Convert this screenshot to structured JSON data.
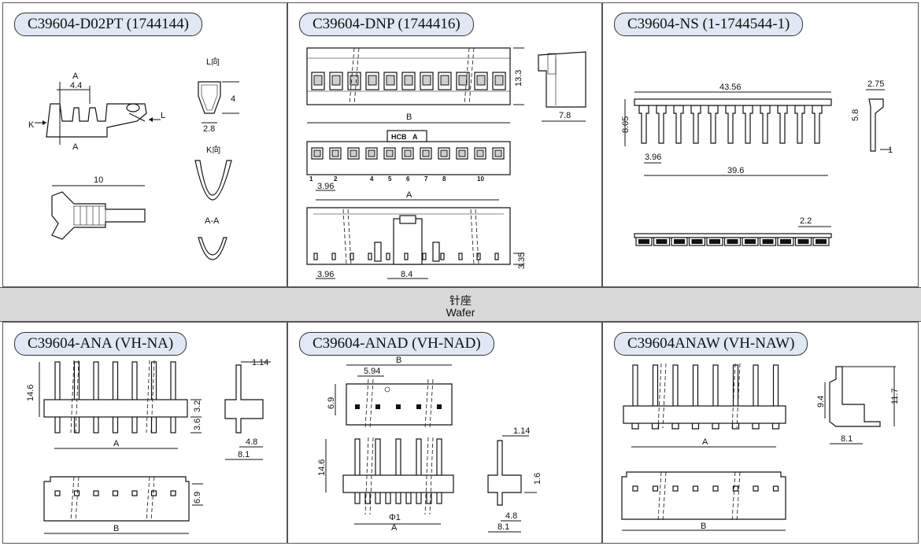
{
  "panels": {
    "p1": {
      "title": "C39604-D02PT (1744144)"
    },
    "p2": {
      "title": "C39604-DNP (1744416)"
    },
    "p3": {
      "title": "C39604-NS (1-1744544-1)"
    },
    "p4": {
      "title": "C39604-ANA (VH-NA)"
    },
    "p5": {
      "title": "C39604-ANAD (VH-NAD)"
    },
    "p6": {
      "title": "C39604ANAW (VH-NAW)"
    }
  },
  "band": {
    "chinese": "针座",
    "english": "Wafer"
  },
  "labels": {
    "A": "A",
    "B": "B",
    "K": "K",
    "L": "L",
    "AA": "A-A",
    "L_view": "L向",
    "K_view": "K向",
    "HCB": "HCB",
    "d4_4": "4.4",
    "d4": "4",
    "d2_8": "2.8",
    "d10": "10",
    "d13_3": "13.3",
    "d7_8": "7.8",
    "d3_96": "3.96",
    "d3_35": "3.35",
    "d8_4": "8.4",
    "d43_56": "43.56",
    "d2_75": "2.75",
    "d8_05": "8.05",
    "d5_8": "5.8",
    "d39_6": "39.6",
    "d1": "1",
    "d2_2": "2.2",
    "d1_14": "1.14",
    "d14_6": "14.6",
    "d3_2": "3.2",
    "d3_6": "3.6",
    "d4_8": "4.8",
    "d8_1": "8.1",
    "d6_9": "6.9",
    "d5_94": "5.94",
    "d1_6": "1.6",
    "phi1": "Φ1",
    "d9_4": "9.4",
    "d11_7": "11.7",
    "pin1": "1",
    "pin2": "2",
    "pin4": "4",
    "pin5": "5",
    "pin6": "6",
    "pin7": "7",
    "pin8": "8",
    "pin10": "10"
  }
}
